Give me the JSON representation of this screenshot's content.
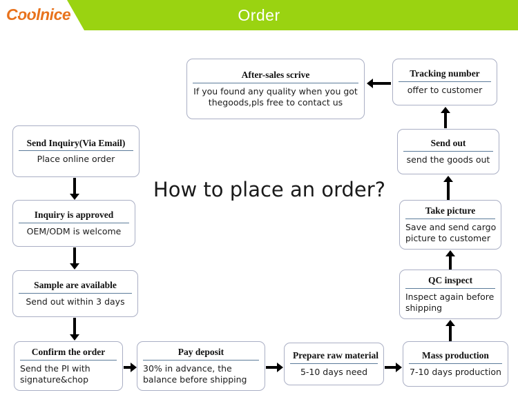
{
  "header": {
    "logo_text_pre": "C",
    "logo_text_oo": "oo",
    "logo_text_post": "lnice",
    "title": "Order",
    "green_color": "#9ad311",
    "logo_color": "#e8721c"
  },
  "heading": {
    "text": "How to place an order?"
  },
  "diagram": {
    "type": "flowchart",
    "border_color": "#a9aec4",
    "divider_color": "#5a7a99",
    "arrow_color": "#000000",
    "nodes": [
      {
        "id": "send-inquiry",
        "title": "Send Inquiry(Via Email)",
        "body": "Place online order"
      },
      {
        "id": "inquiry-approved",
        "title": "Inquiry is approved",
        "body": "OEM/ODM is welcome"
      },
      {
        "id": "sample-available",
        "title": "Sample are available",
        "body": "Send out within 3 days"
      },
      {
        "id": "confirm-order",
        "title": "Confirm the order",
        "body": "Send the PI with signature&chop"
      },
      {
        "id": "pay-deposit",
        "title": "Pay deposit",
        "body": "30% in advance, the balance before shipping"
      },
      {
        "id": "prepare-raw",
        "title": "Prepare raw material",
        "body": "5-10 days need"
      },
      {
        "id": "mass-production",
        "title": "Mass production",
        "body": "7-10 days production"
      },
      {
        "id": "qc-inspect",
        "title": "QC inspect",
        "body": "Inspect again before shipping"
      },
      {
        "id": "take-picture",
        "title": "Take picture",
        "body": "Save and send  cargo picture to customer"
      },
      {
        "id": "send-out",
        "title": "Send out",
        "body": "send the goods out"
      },
      {
        "id": "tracking-number",
        "title": "Tracking number",
        "body": "offer to customer"
      },
      {
        "id": "after-sales",
        "title": "After-sales scrive",
        "body": "If you found any quality when you got thegoods,pls free to contact us"
      }
    ],
    "edges": [
      {
        "from": "send-inquiry",
        "to": "inquiry-approved",
        "direction": "down"
      },
      {
        "from": "inquiry-approved",
        "to": "sample-available",
        "direction": "down"
      },
      {
        "from": "sample-available",
        "to": "confirm-order",
        "direction": "down"
      },
      {
        "from": "confirm-order",
        "to": "pay-deposit",
        "direction": "right"
      },
      {
        "from": "pay-deposit",
        "to": "prepare-raw",
        "direction": "right"
      },
      {
        "from": "prepare-raw",
        "to": "mass-production",
        "direction": "right"
      },
      {
        "from": "mass-production",
        "to": "qc-inspect",
        "direction": "up"
      },
      {
        "from": "qc-inspect",
        "to": "take-picture",
        "direction": "up"
      },
      {
        "from": "take-picture",
        "to": "send-out",
        "direction": "up"
      },
      {
        "from": "send-out",
        "to": "tracking-number",
        "direction": "up"
      },
      {
        "from": "tracking-number",
        "to": "after-sales",
        "direction": "left"
      }
    ]
  }
}
